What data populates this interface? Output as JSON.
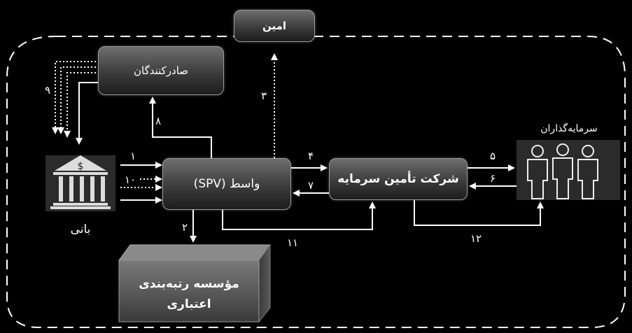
{
  "nodes": {
    "amin": "امین",
    "issuers": "صادرکنندگان",
    "spv": "واسط (SPV)",
    "financing_company": "شرکت تأمین سرمایه",
    "investors": "سرمایه‌گذاران",
    "bank": "بانی",
    "rating_agency_line1": "مؤسسه رتبه‌بندی",
    "rating_agency_line2": "اعتباری"
  },
  "flow_numbers": {
    "n1": "۱",
    "n2": "۲",
    "n3": "۳",
    "n4": "۴",
    "n5": "۵",
    "n6": "۶",
    "n7": "۷",
    "n8": "۸",
    "n9": "۹",
    "n10": "۱۰",
    "n11": "۱۱",
    "n12": "۱۲"
  },
  "icons": {
    "bank": "bank-building-icon",
    "investors": "people-group-icon"
  },
  "colors": {
    "background": "#000000",
    "foreground": "#ffffff",
    "box_fill_top": "#6e6e6e",
    "box_fill_bottom": "#1c1c1c"
  }
}
